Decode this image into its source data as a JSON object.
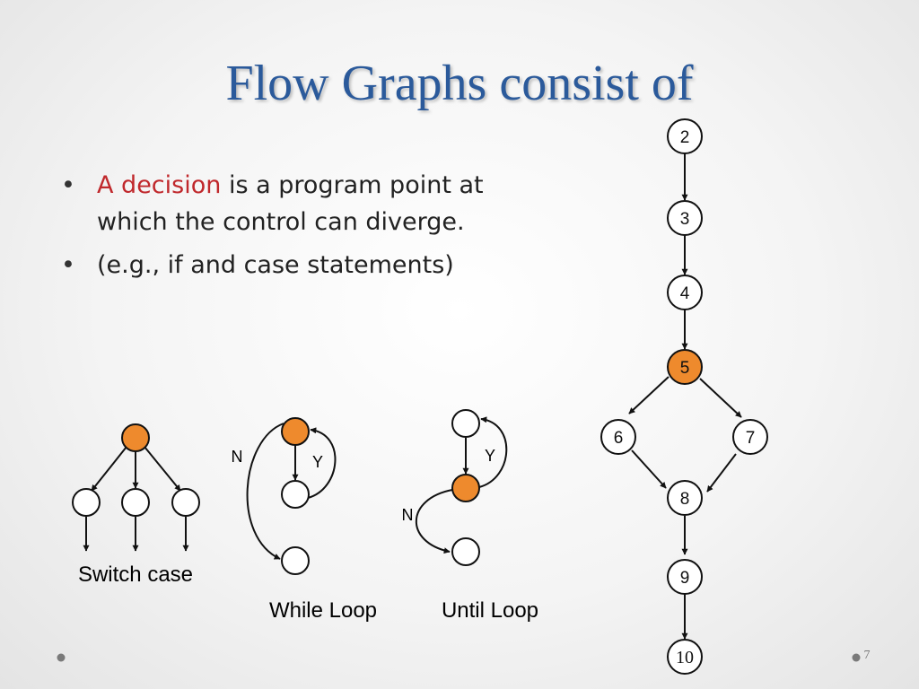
{
  "slide": {
    "title": "Flow Graphs consist of",
    "page_number": "7"
  },
  "bullets": [
    {
      "term": "A decision",
      "text": " is a program point at which the control can diverge."
    },
    {
      "term": "",
      "text": "(e.g., if and case statements)"
    }
  ],
  "colors": {
    "title": "#2b5a9b",
    "term": "#c0282c",
    "decision_node": "#ee8a2d",
    "node_fill": "#ffffff",
    "stroke": "#111111"
  },
  "main_graph": {
    "nodes": [
      "2",
      "3",
      "4",
      "5",
      "6",
      "7",
      "8",
      "9",
      "10"
    ],
    "decision_node": "5",
    "edges": [
      [
        "2",
        "3"
      ],
      [
        "3",
        "4"
      ],
      [
        "4",
        "5"
      ],
      [
        "5",
        "6"
      ],
      [
        "5",
        "7"
      ],
      [
        "6",
        "8"
      ],
      [
        "7",
        "8"
      ],
      [
        "8",
        "9"
      ],
      [
        "9",
        "10"
      ]
    ]
  },
  "examples": {
    "switch_case": {
      "caption": "Switch case"
    },
    "while_loop": {
      "caption": "While Loop",
      "yes_label": "Y",
      "no_label": "N"
    },
    "until_loop": {
      "caption": "Until Loop",
      "yes_label": "Y",
      "no_label": "N"
    }
  }
}
